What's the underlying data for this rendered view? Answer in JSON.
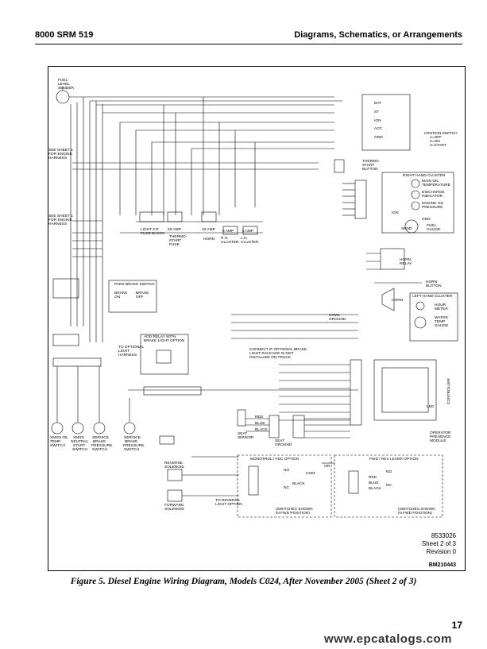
{
  "header": {
    "left": "8000 SRM 519",
    "right": "Diagrams, Schematics, or Arrangements"
  },
  "diagram": {
    "fuel_sender": [
      "FUEL",
      "LEVEL",
      "SENDER"
    ],
    "see_sheet_top": [
      "SEE SHEET 1",
      "FOR ENGINE",
      "HARNESS"
    ],
    "see_sheet_mid": [
      "SEE SHEET 1",
      "FOR ENGINE",
      "HARNESS"
    ],
    "thermo_button": [
      "THERMO",
      "START",
      "BUTTON"
    ],
    "ignition": [
      "IGNITION SWITCH",
      "1=OFF",
      "2=ON",
      "3=START"
    ],
    "ign_terms": [
      "BAT",
      "ST",
      "IGN",
      "ACC",
      "GRD"
    ],
    "right_cluster": "RIGHT HAND CLUSTER",
    "right_items": [
      [
        "MAIN OIL",
        "TEMPERATURE"
      ],
      [
        "DISCHARGE",
        "INDICATOR"
      ],
      [
        "ENGINE OIL",
        "PRESSURE"
      ]
    ],
    "fuel_gauge": [
      "FUEL",
      "GAUGE"
    ],
    "ign_gnd_send": [
      "IGN",
      "GND",
      "SEND"
    ],
    "fuses": [
      [
        "LIGHT KIT",
        "FUSE BLOCK"
      ],
      [
        "THERMO",
        "START",
        "FUSE"
      ],
      [
        "HORN"
      ],
      [
        "R.H.",
        "CLUSTER"
      ],
      [
        "L.H.",
        "CLUSTER"
      ]
    ],
    "fuse_ratings": [
      "20 AMP",
      "10 AMP",
      "5 AMP",
      "5 AMP"
    ],
    "horn_relay": [
      "HORN",
      "RELAY"
    ],
    "horn_button": [
      "HORN",
      "BUTTON"
    ],
    "horn": "HORN",
    "park_brake": "PARK BRAKE SWITCH",
    "brake_on": [
      "BRAKE",
      "ON"
    ],
    "brake_off": [
      "BRAKE",
      "OFF"
    ],
    "cowl_ground": [
      "COWL",
      "GROUND"
    ],
    "left_cluster": "LEFT HAND CLUSTER",
    "left_items": [
      [
        "HOUR",
        "METER"
      ],
      [
        "WATER",
        "TEMP",
        "GAUGE"
      ]
    ],
    "add_relay": [
      "ADD RELAY WITH",
      "BRAKE LIGHT OPTION"
    ],
    "optional_light": [
      "TO OPTIONAL",
      "LIGHT",
      "HARNESS"
    ],
    "connect_note": [
      "CONNECT IF OPTIONAL BRAKE",
      "LIGHT PACKAGE IS NOT",
      "INSTALLED ON TRUCK"
    ],
    "controller": "CONTROLLER",
    "led": "LED",
    "operator_presence": [
      "OPERATOR",
      "PRESENCE",
      "MODULE"
    ],
    "seat_sensor": [
      "SEAT",
      "SENSOR"
    ],
    "seat_ground": [
      "SEAT",
      "GROUND"
    ],
    "seat_wires": [
      "RED",
      "BLUE",
      "BLACK"
    ],
    "switches": [
      [
        "XMSN OIL",
        "TEMP",
        "SWITCH"
      ],
      [
        "XMSN",
        "NEUTRAL",
        "START",
        "SWITCH"
      ],
      [
        "SERVICE",
        "BRAKE",
        "PRESSURE",
        "SWITCH"
      ],
      [
        "SERVICE",
        "BRAKE",
        "PRESSURE",
        "SWITCH"
      ]
    ],
    "reverse_solenoid": [
      "REVERSE",
      "SOLENOID"
    ],
    "forward_solenoid": [
      "FORWARD",
      "SOLENOID"
    ],
    "monotrol": "MONOTROL / FDC OPTION",
    "fwd_rev": "FWD / REV LEVER OPTION",
    "or_label": "OR",
    "to_reverse": [
      "TO REVERSE",
      "LIGHT OPTION"
    ],
    "switches_shown": [
      "(SWITCHES SHOWN",
      "IN FWD POSITION)"
    ],
    "contacts": [
      "NO",
      "NC",
      "COM",
      "BLACK",
      "RED",
      "BLUE"
    ],
    "sheet_info": [
      "8533026",
      "Sheet 2 of 3",
      "Revision 0"
    ],
    "drawing_no": "BM210443"
  },
  "caption": "Figure 5. Diesel Engine Wiring Diagram, Models C024, After November 2005 (Sheet 2 of 3)",
  "page_number": "17",
  "watermark": "www.epcatalogs.com"
}
